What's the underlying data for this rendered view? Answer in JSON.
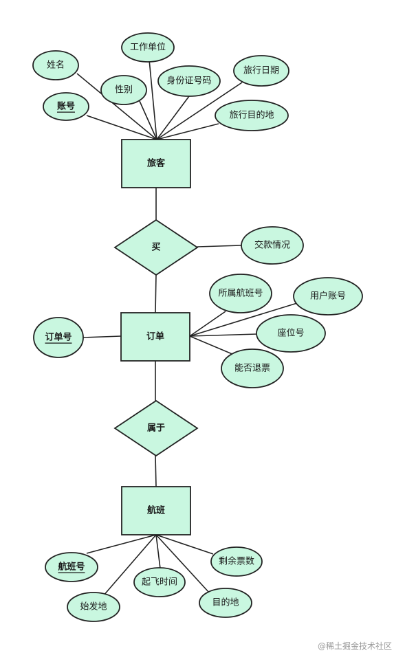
{
  "entities": {
    "passenger": "旅客",
    "order": "订单",
    "flight": "航班"
  },
  "relationships": {
    "buy": "买",
    "belongs": "属于"
  },
  "attributes": {
    "name": "姓名",
    "employer": "工作单位",
    "gender": "性别",
    "account": "账号",
    "id_number": "身份证号码",
    "travel_date": "旅行日期",
    "destination": "旅行目的地",
    "payment": "交款情况",
    "flight_no_ref": "所属航班号",
    "user_account": "用户账号",
    "order_no": "订单号",
    "seat_no": "座位号",
    "refundable": "能否退票",
    "flight_no": "航班号",
    "remaining_tickets": "剩余票数",
    "departure_time": "起飞时间",
    "origin": "始发地",
    "dest": "目的地"
  },
  "watermark": "@稀土掘金技术社区",
  "colors": {
    "fill": "#c9f7e0",
    "stroke": "#222222"
  }
}
